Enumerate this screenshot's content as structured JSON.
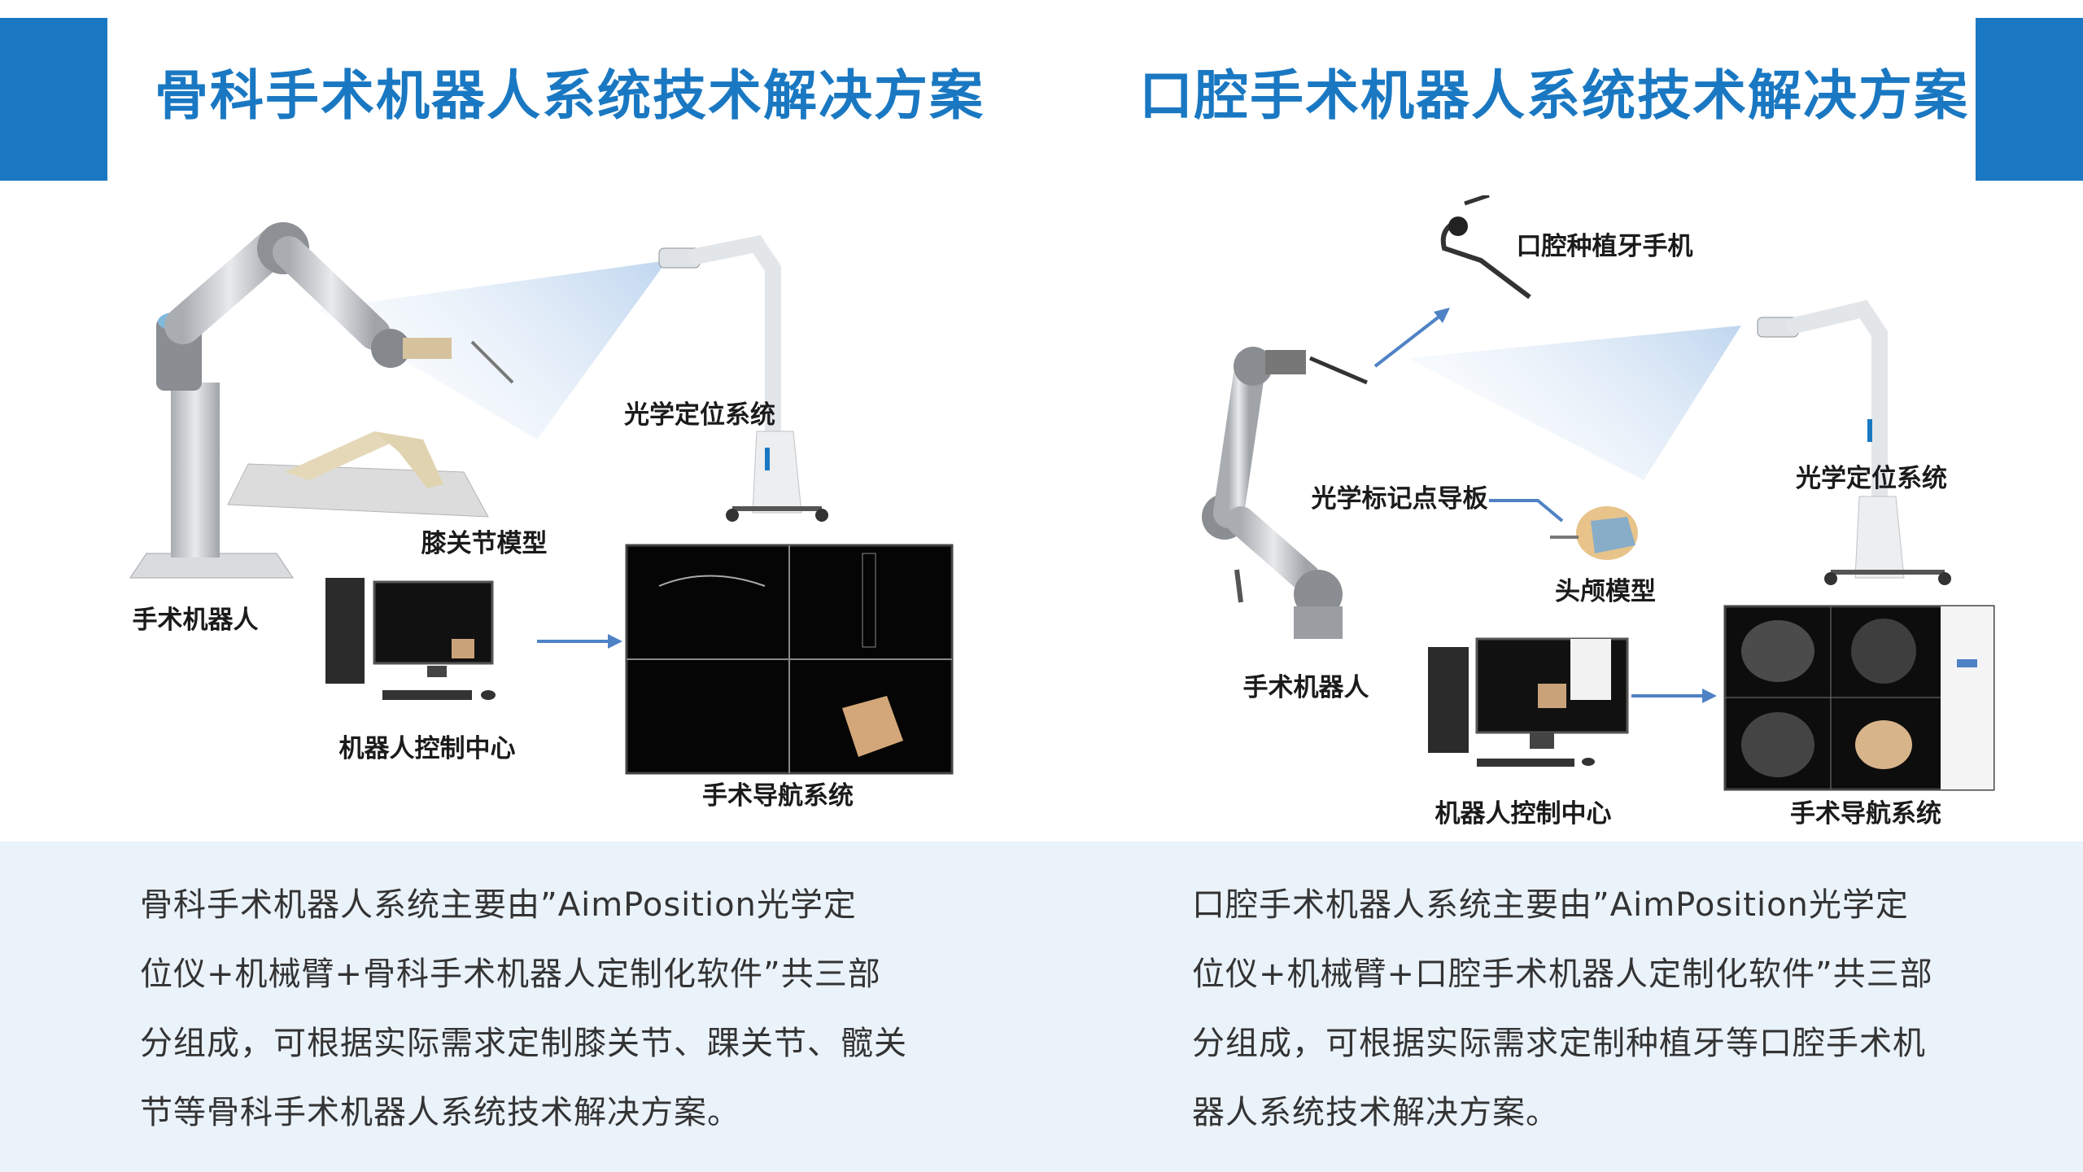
{
  "colors": {
    "accent": "#1a78c2",
    "band": "#eaf2fa",
    "text": "#333333",
    "arrow": "#4f82c5"
  },
  "left_panel": {
    "title": "骨科手术机器人系统技术解决方案",
    "labels": {
      "optical_positioning": "光学定位系统",
      "knee_model": "膝关节模型",
      "surgical_robot": "手术机器人",
      "robot_control_center": "机器人控制中心",
      "surgical_navigation": "手术导航系统"
    },
    "description_lines": [
      "骨科手术机器人系统主要由”AimPosition光学定",
      "位仪+机械臂+骨科手术机器人定制化软件”共三部",
      "分组成，可根据实际需求定制膝关节、踝关节、髋关",
      "节等骨科手术机器人系统技术解决方案。"
    ]
  },
  "right_panel": {
    "title": "口腔手术机器人系统技术解决方案",
    "labels": {
      "implant_handpiece": "口腔种植牙手机",
      "optical_positioning": "光学定位系统",
      "optical_marker_guide": "光学标记点导板",
      "skull_model": "头颅模型",
      "surgical_robot": "手术机器人",
      "robot_control_center": "机器人控制中心",
      "surgical_navigation": "手术导航系统"
    },
    "description_lines": [
      "口腔手术机器人系统主要由”AimPosition光学定",
      "位仪+机械臂+口腔手术机器人定制化软件”共三部",
      "分组成，可根据实际需求定制种植牙等口腔手术机",
      "器人系统技术解决方案。"
    ]
  }
}
